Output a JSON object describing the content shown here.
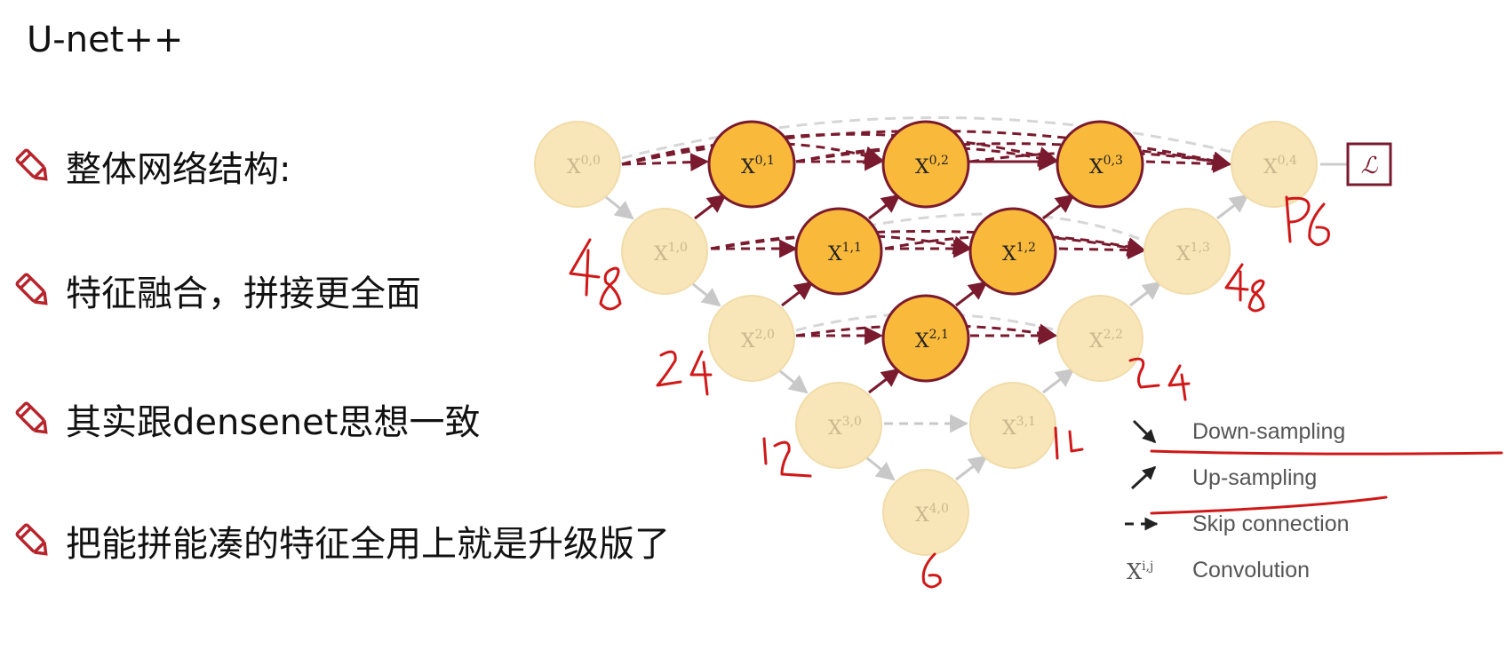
{
  "title": "U-net++",
  "bullets": [
    "整体网络结构:",
    "特征融合，拼接更全面",
    "其实跟densenet思想一致",
    "把能拼能凑的特征全用上就是升级版了"
  ],
  "colors": {
    "active_fill": "#f9b93b",
    "active_stroke": "#7a1a2e",
    "inactive_fill": "#f8e6b8",
    "inactive_stroke": "#f1dcaa",
    "skip_active": "#7a1a2e",
    "skip_inactive": "#c8c8c8",
    "annotation_red": "#d01818"
  },
  "nodes": [
    {
      "label": "X",
      "sup": "0,0",
      "active": false
    },
    {
      "label": "X",
      "sup": "1,0",
      "active": false
    },
    {
      "label": "X",
      "sup": "2,0",
      "active": false
    },
    {
      "label": "X",
      "sup": "3,0",
      "active": false
    },
    {
      "label": "X",
      "sup": "4,0",
      "active": false
    },
    {
      "label": "X",
      "sup": "0,1",
      "active": true
    },
    {
      "label": "X",
      "sup": "1,1",
      "active": true
    },
    {
      "label": "X",
      "sup": "2,1",
      "active": true
    },
    {
      "label": "X",
      "sup": "3,1",
      "active": false
    },
    {
      "label": "X",
      "sup": "0,2",
      "active": true
    },
    {
      "label": "X",
      "sup": "1,2",
      "active": true
    },
    {
      "label": "X",
      "sup": "2,2",
      "active": false
    },
    {
      "label": "X",
      "sup": "0,3",
      "active": true
    },
    {
      "label": "X",
      "sup": "1,3",
      "active": false
    },
    {
      "label": "X",
      "sup": "0,4",
      "active": false
    }
  ],
  "loss_label": "ℒ",
  "legend": [
    {
      "icon": "down-arrow-icon",
      "label": "Down-sampling"
    },
    {
      "icon": "up-arrow-icon",
      "label": "Up-sampling"
    },
    {
      "icon": "dashed-arrow-icon",
      "label": "Skip connection"
    },
    {
      "icon": "xij-symbol",
      "symbol": "X",
      "symbol_sup": "i,j",
      "label": "Convolution"
    }
  ],
  "annotations": [
    "P6",
    "P6",
    "48",
    "48",
    "24",
    "24",
    "12",
    "12",
    "6"
  ]
}
